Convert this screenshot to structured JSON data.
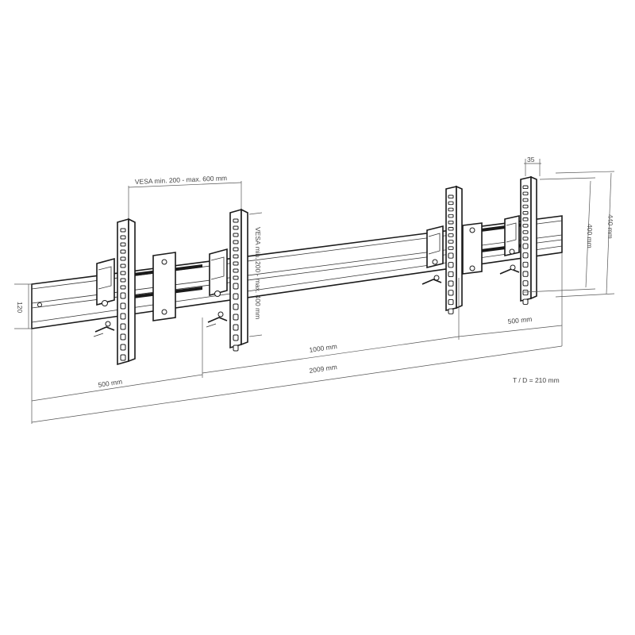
{
  "labels": {
    "vesa_horizontal": "VESA min. 200 - max. 600 mm",
    "vesa_vertical": "VESA min. 200 - max. 400 mm",
    "dim_35": "35",
    "dim_400": "400 mm",
    "dim_440": "440 mm",
    "dim_120": "120",
    "dim_500_left": "500 mm",
    "dim_1000": "1000 mm",
    "dim_500_right": "500 mm",
    "dim_2009": "2009 mm",
    "depth": "T / D = 210 mm"
  }
}
